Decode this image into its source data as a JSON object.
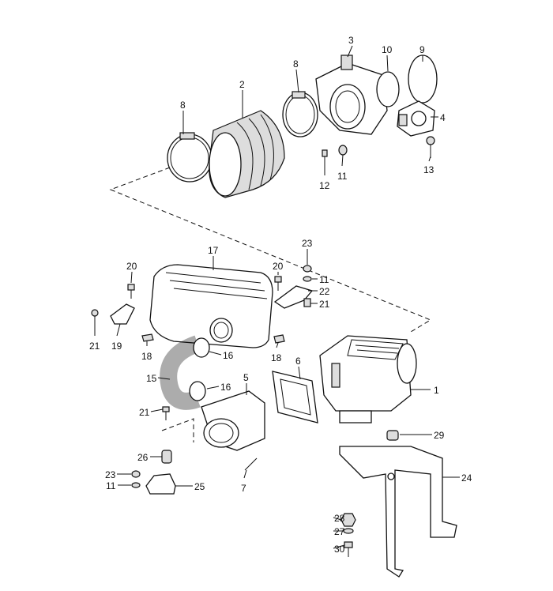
{
  "diagram": {
    "title": "Air intake exploded parts diagram",
    "callouts": [
      "3",
      "10",
      "9",
      "8",
      "2",
      "8",
      "4",
      "11",
      "12",
      "13",
      "23",
      "17",
      "20",
      "20",
      "11",
      "22",
      "21",
      "21",
      "19",
      "18",
      "18",
      "16",
      "6",
      "5",
      "15",
      "16",
      "1",
      "21",
      "29",
      "26",
      "24",
      "23",
      "11",
      "25",
      "7",
      "28",
      "27",
      "30"
    ]
  }
}
